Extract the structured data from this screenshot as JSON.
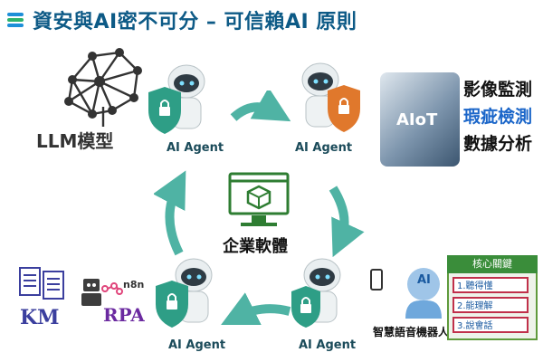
{
  "title": "資安與AI密不可分 – 可信賴AI 原則",
  "llm": {
    "label": "LLM模型"
  },
  "agents": [
    "AI Agent",
    "AI Agent",
    "AI Agent",
    "AI Agent"
  ],
  "center": {
    "label": "企業軟體"
  },
  "vision": {
    "badge": "AIoT",
    "items": [
      "影像監測",
      "瑕疵檢測",
      "數據分析"
    ]
  },
  "tools": {
    "km": "KM",
    "rpa": "RPA",
    "n8n": "n8n"
  },
  "voice": {
    "label": "智慧語音機器人",
    "ai_badge": "AI",
    "panel_header": "核心關鍵",
    "items": [
      "1.聽得懂",
      "2.能理解",
      "3.說會話"
    ]
  },
  "colors": {
    "title": "#0d5a86",
    "arrow": "#4fb3a4",
    "shield_green": "#2e9e86",
    "shield_orange": "#e0782c"
  }
}
